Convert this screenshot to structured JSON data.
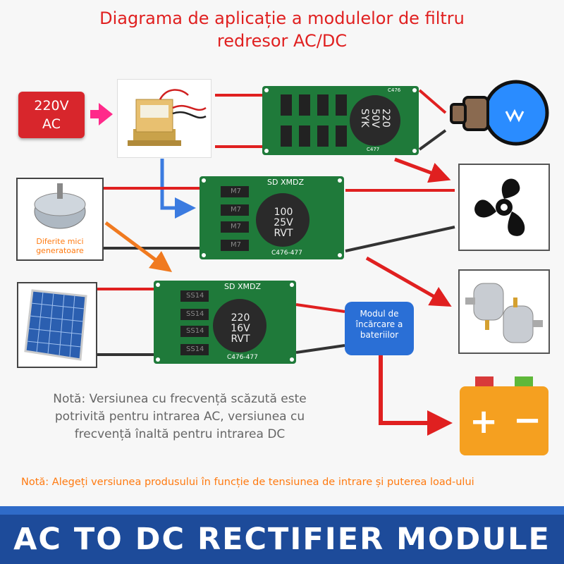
{
  "title": {
    "line1": "Diagrama de aplicație a modulelor de filtru",
    "line2": "redresor AC/DC"
  },
  "sources": {
    "ac_line1": "220V",
    "ac_line2": "AC",
    "generator_label_line1": "Diferite mici",
    "generator_label_line2": "generatoare"
  },
  "modules": [
    {
      "name": "top-module",
      "capacitor": [
        "220",
        "50V",
        "SYK"
      ],
      "labels": [
        "C476",
        "C477"
      ]
    },
    {
      "name": "middle-module",
      "brand": "SD XMDZ",
      "capacitor": [
        "100",
        "25V",
        "RVT"
      ],
      "model": "C476-477",
      "diodes": [
        "M7",
        "M7",
        "M7",
        "M7"
      ]
    },
    {
      "name": "bottom-module",
      "brand": "SD XMDZ",
      "capacitor": [
        "220",
        "16V",
        "RVT"
      ],
      "model": "C476-477",
      "diodes": [
        "SS14",
        "SS14",
        "SS14",
        "SS14"
      ]
    }
  ],
  "charger": {
    "line1": "Modul de",
    "line2": "încărcare a",
    "line3": "bateriilor"
  },
  "battery": {
    "plus": "+",
    "minus": "−"
  },
  "notes": {
    "note1_line1": "Notă: Versiunea cu frecvență scăzută este",
    "note1_line2": "potrivită pentru intrarea AC, versiunea cu",
    "note1_line3": "frecvență înaltă pentru intrarea DC",
    "note2": "Notă: Alegeți versiunea produsului în funcție de tensiunea de intrare și puterea load-ului"
  },
  "banner": {
    "text": "AC TO DC RECTIFIER MODULE"
  },
  "colors": {
    "red": "#e02020",
    "pcb": "#1f7a3a",
    "banner": "#1d4b9a",
    "orange": "#ff7a10",
    "battery": "#f5a020"
  }
}
